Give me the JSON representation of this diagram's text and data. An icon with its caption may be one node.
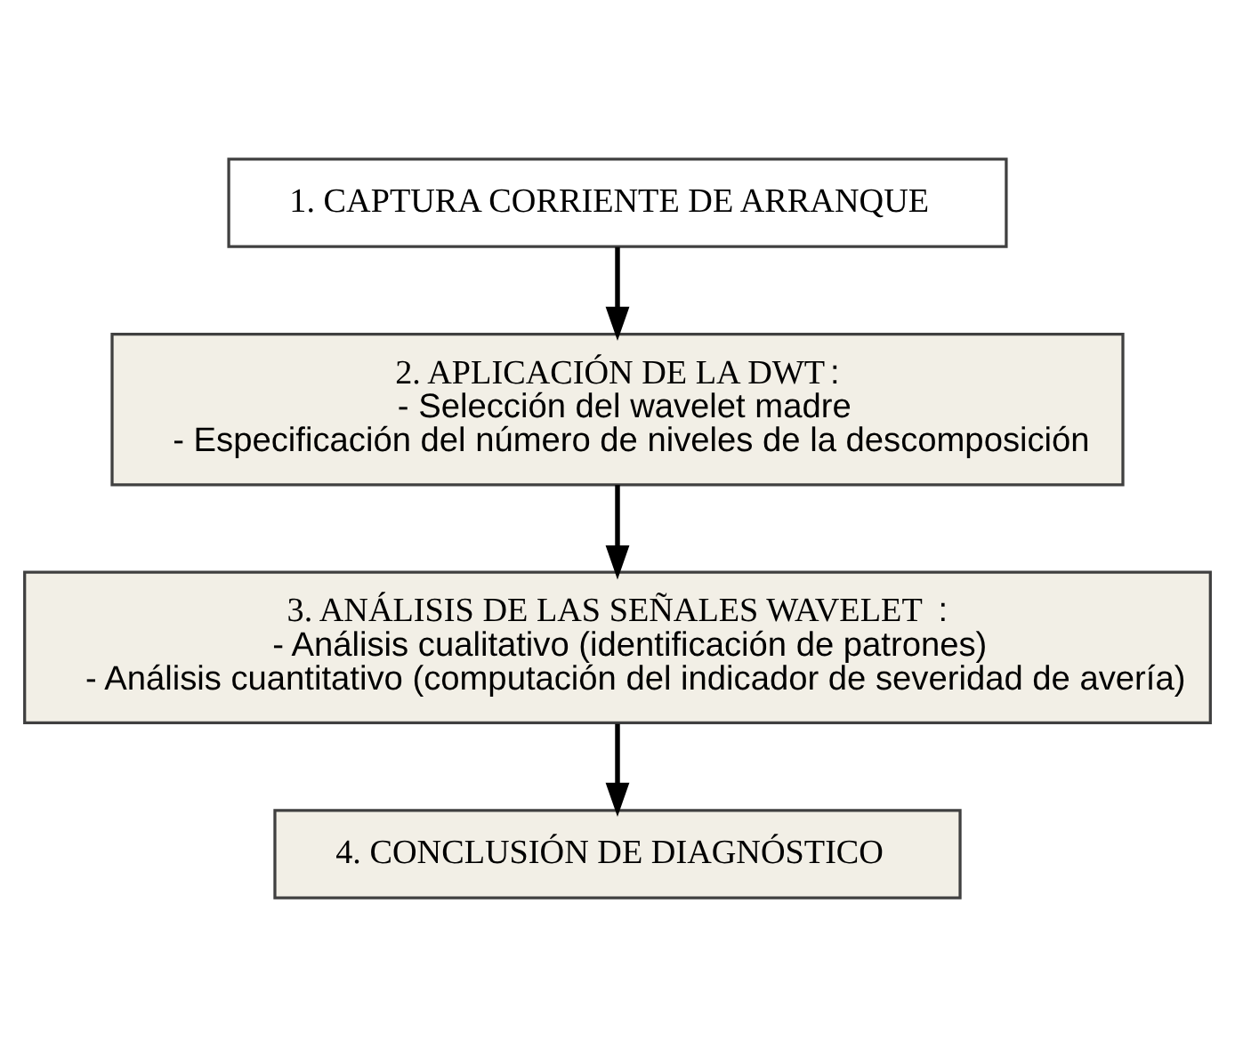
{
  "diagram": {
    "nodes": [
      {
        "text": [
          "1. CAPTURA CORRIENTE DE ARRANQUE"
        ]
      },
      {
        "text": [
          "**2. APLICACIÓN DE LA DWT**:",
          "- Selección del wavelet madre",
          "- Especificación del número de niveles de la descomposición"
        ]
      },
      {
        "text": [
          "**3. ANÁLISIS DE LAS SEÑALES WAVELET**:",
          "- Análisis cualitativo (identificación de patrones)",
          "- Análisis cuantitativo (computación del indicador de severidad de avería)"
        ]
      },
      {
        "text": [
          "4. CONCLUSIÓN DE DIAGNÓSTICO"
        ]
      }
    ],
    "edges": [
      {
        "from": 0,
        "to": 1,
        "arrow": "to"
      },
      {
        "from": 1,
        "to": 2,
        "arrow": "to"
      },
      {
        "from": 2,
        "to": 3,
        "arrow": "to"
      }
    ]
  }
}
